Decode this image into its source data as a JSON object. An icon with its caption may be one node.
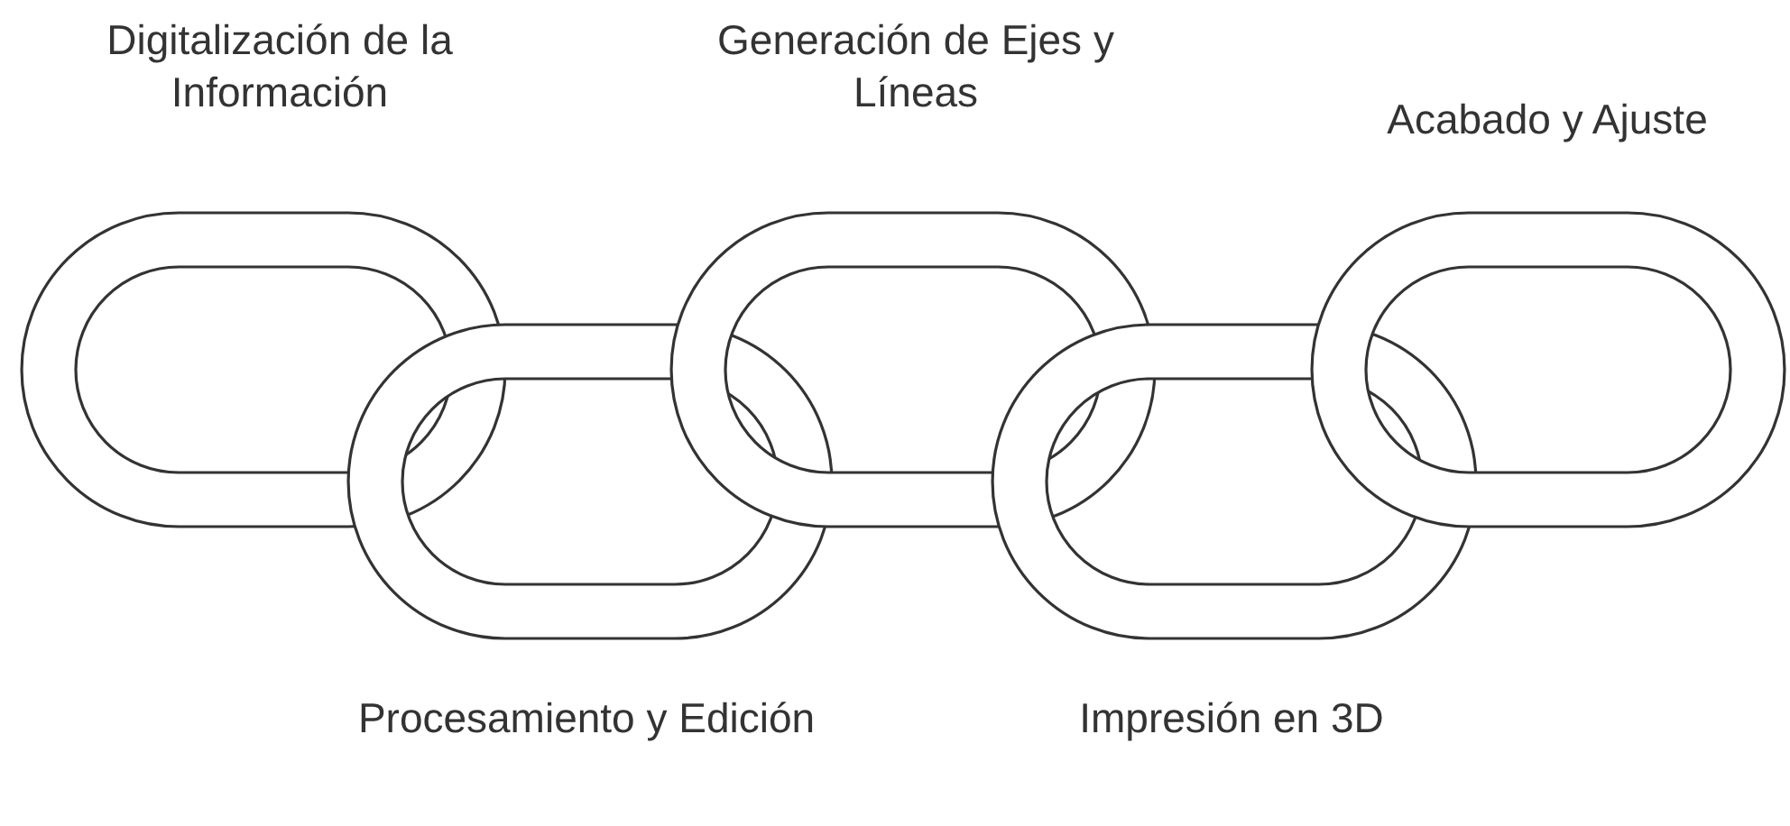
{
  "diagram": {
    "nodes": [
      {
        "text": [
          "Digitalización de la Información"
        ]
      },
      {
        "text": [
          "Procesamiento y Edición"
        ]
      },
      {
        "text": [
          "Generación de Ejes y Líneas"
        ]
      },
      {
        "text": [
          "Impresión en 3D"
        ]
      },
      {
        "text": [
          "Acabado y Ajuste"
        ]
      }
    ]
  }
}
